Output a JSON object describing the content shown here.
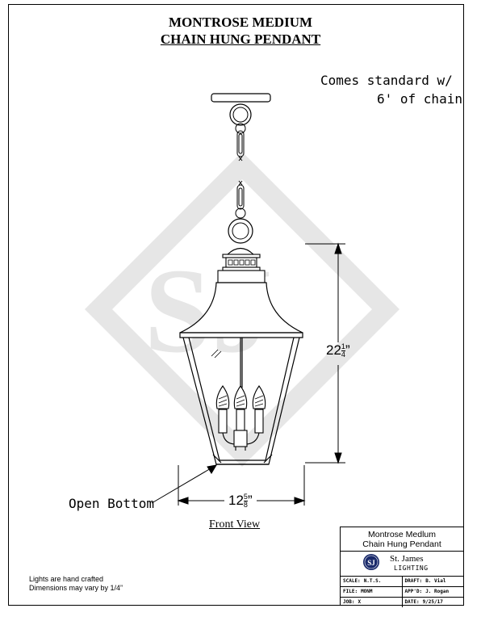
{
  "title": {
    "line1": "MONTROSE MEDIUM",
    "line2": "CHAIN HUNG PENDANT"
  },
  "note": {
    "line1": "Comes standard w/",
    "line2": "6' of chain"
  },
  "dimensions": {
    "height_whole": "22",
    "height_frac_num": "1",
    "height_frac_den": "4",
    "height_unit": "”",
    "width_whole": "12",
    "width_frac_num": "5",
    "width_frac_den": "8",
    "width_unit": "”"
  },
  "callout": "Open Bottom",
  "view_label": "Front View",
  "watermark": "SJ",
  "footer": {
    "line1": "Lights are hand crafted",
    "line2": "Dimensions may vary by 1/4”"
  },
  "title_block": {
    "product_line1": "Montrose Medlum",
    "product_line2": "Chain Hung Pendant",
    "logo_text": "SJ",
    "company_line1": "St. James",
    "company_line2": "LIGHTING",
    "rows": [
      {
        "l_label": "SCALE:",
        "l_value": "N.T.S.",
        "r_label": "DRAFT:",
        "r_value": "B. Vial"
      },
      {
        "l_label": "FILE:",
        "l_value": "MONM",
        "r_label": "APP'D:",
        "r_value": "J. Rogan"
      },
      {
        "l_label": "JOB:",
        "l_value": "X",
        "r_label": "DATE:",
        "r_value": "9/25/17"
      }
    ]
  }
}
